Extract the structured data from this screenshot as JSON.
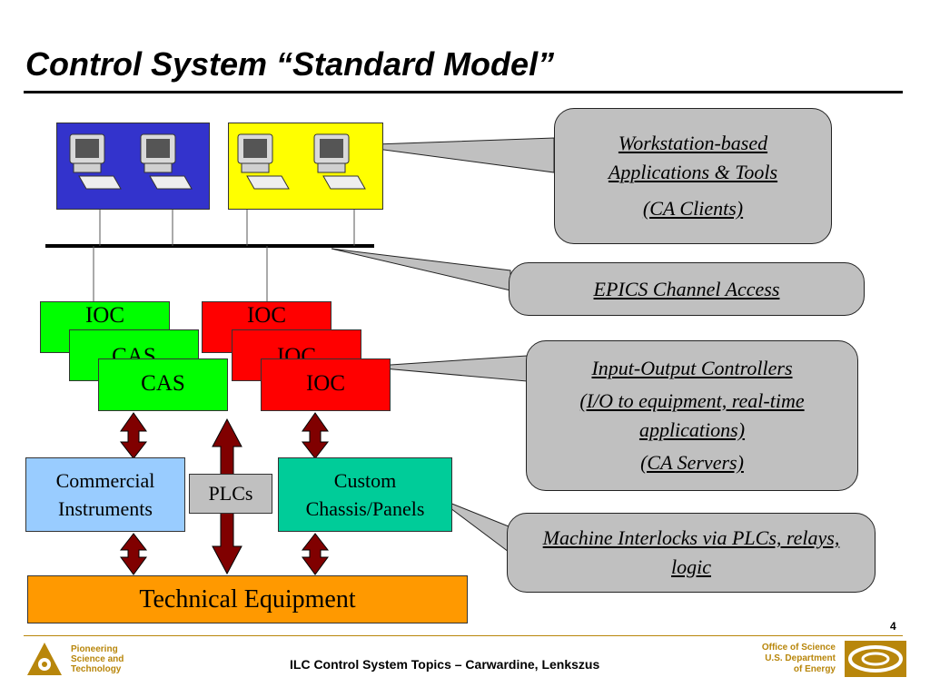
{
  "title": "Control System “Standard Model”",
  "ioc_stack_left": {
    "back1": "IOC",
    "back2": "CAS",
    "front": "CAS"
  },
  "ioc_stack_right": {
    "back1": "IOC",
    "back2": "IOC",
    "front": "IOC"
  },
  "commercial": "Commercial Instruments",
  "plcs": "PLCs",
  "custom": "Custom Chassis/Panels",
  "technical": "Technical Equipment",
  "callouts": {
    "workstation_line1": "Workstation-based",
    "workstation_line2": "Applications & Tools",
    "workstation_line3": "(CA Clients)",
    "epics": "EPICS Channel Access",
    "ioc_line1": "Input-Output Controllers",
    "ioc_line2": "(I/O to equipment, real-time applications)",
    "ioc_line3": "(CA Servers)",
    "interlocks": "Machine Interlocks via PLCs, relays, logic"
  },
  "footer": {
    "page_number": "4",
    "left_line1": "Pioneering",
    "left_line2": "Science and",
    "left_line3": "Technology",
    "center": "ILC Control System Topics – Carwardine, Lenkszus",
    "right_line1": "Office of Science",
    "right_line2": "U.S. Department",
    "right_line3": "of Energy"
  },
  "colors": {
    "blue_panel": "#3333cc",
    "yellow_panel": "#ffff00",
    "ioc_green": "#00ff00",
    "ioc_red": "#ff0000",
    "commercial": "#99ccff",
    "custom": "#00cc99",
    "technical": "#ff9900",
    "plcs": "#c0c0c0",
    "arrow": "#800000",
    "callout": "#c0c0c0",
    "footer_accent": "#b8860b"
  }
}
